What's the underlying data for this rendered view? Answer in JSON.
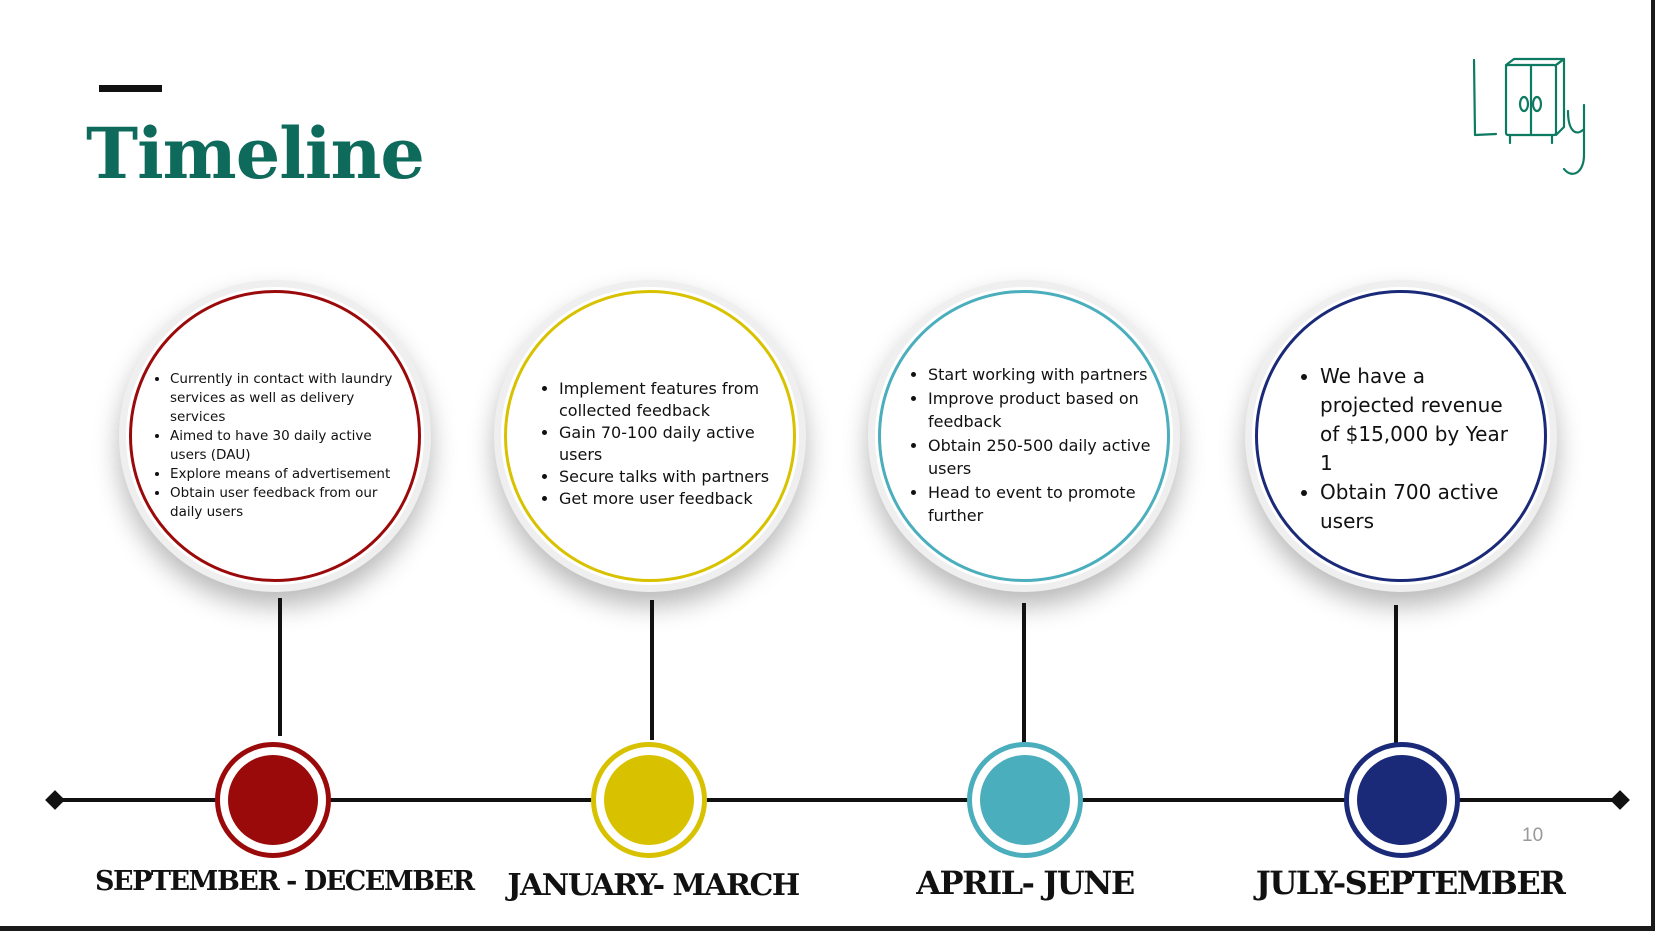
{
  "slide": {
    "title": "Timeline",
    "page_number": "10",
    "logo_text": "Ly"
  },
  "colors": {
    "title": "#0e6b5c",
    "phase1": "#9b0a0a",
    "phase2": "#d8c200",
    "phase3": "#4aaebd",
    "phase4": "#1a2a78"
  },
  "phases": [
    {
      "period": "SEPTEMBER - DECEMBER",
      "bullets": [
        "Currently in contact with laundry services as well as delivery services",
        "Aimed to have 30 daily active users (DAU)",
        "Explore means of advertisement",
        "Obtain user feedback from our daily users"
      ]
    },
    {
      "period": "JANUARY- MARCH",
      "bullets": [
        "Implement  features from collected feedback",
        "Gain 70-100 daily active users",
        "Secure talks with partners",
        "Get more user feedback"
      ]
    },
    {
      "period": "APRIL- JUNE",
      "bullets": [
        "Start working with partners",
        "Improve product based on feedback",
        "Obtain 250-500 daily active users",
        "Head to event to promote further"
      ]
    },
    {
      "period": "JULY-SEPTEMBER",
      "bullets": [
        "We have a projected revenue of $15,000 by Year 1",
        "Obtain 700 active users"
      ]
    }
  ]
}
